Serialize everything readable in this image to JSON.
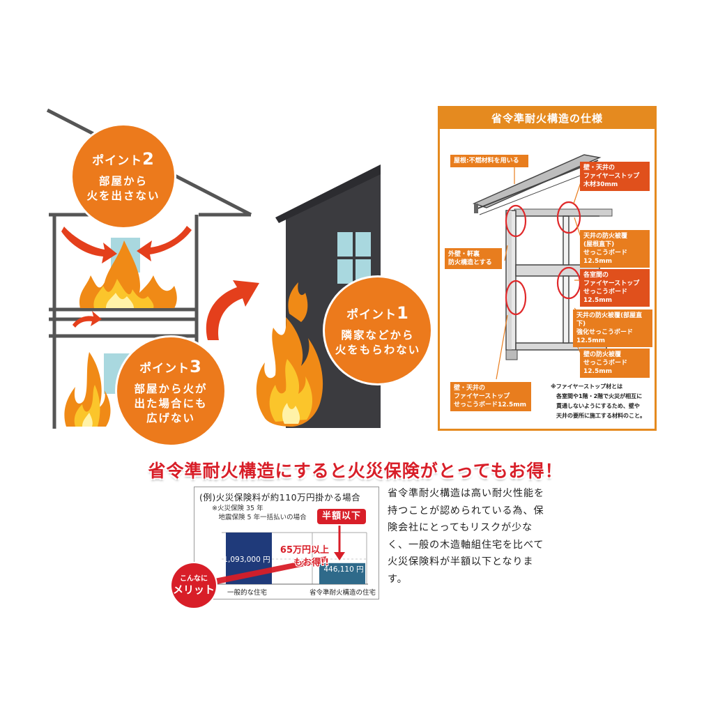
{
  "points": [
    {
      "prefix": "ポイント",
      "num": "2",
      "desc": "部屋から\n火を出さない"
    },
    {
      "prefix": "ポイント",
      "num": "1",
      "desc": "隣家などから\n火をもらわない"
    },
    {
      "prefix": "ポイント",
      "num": "3",
      "desc": "部屋から火が\n出た場合にも\n広げない"
    }
  ],
  "spec": {
    "title": "省令準耐火構造の仕様",
    "labels": {
      "roof": "屋根:不燃材料を用いる",
      "wall_ceiling_stop": "壁・天井の\nファイヤーストップ\n木材30mm",
      "ceiling_cover_roof": "天井の防火被覆\n(屋根直下)\nせっこうボード12.5mm",
      "exterior": "外壁・軒裏\n防火構造とする",
      "floor_stop": "各室間の\nファイヤーストップ\nせっこうボード12.5mm",
      "ceiling_cover_floor": "天井の防火被覆(部屋直下)\n強化せっこうボード12.5mm",
      "wall_cover": "壁の防火被覆\nせっこうボード12.5mm",
      "wall_ceiling_board": "壁・天井の\nファイヤーストップ\nせっこうボード12.5mm"
    },
    "note": "※ファイヤーストップ材とは\n　各室間や1階・2階で火災が相互に\n　貫通しないようにするため、壁や\n　天井の要所に施工する材料のこと。"
  },
  "banner": "省令準耐火構造にすると火災保険がとってもお得！",
  "insurance": {
    "title": "(例)火災保険料が約110万円掛かる場合",
    "note": "※火災保険 35 年\n　地震保険 5 年一括払いの場合",
    "half_badge": "半額以下",
    "savings": "65万円以上\nもお得!!",
    "merit_small": "こんなに",
    "merit_big": "メリット",
    "chart_data": {
      "type": "bar",
      "categories": [
        "一般的な住宅",
        "省令準耐火構造の住宅"
      ],
      "values": [
        1093000,
        446110
      ],
      "value_labels": [
        "1,093,000 円",
        "446,110 円"
      ],
      "colors": [
        "#1f3a7a",
        "#2f6a8a"
      ]
    }
  },
  "body_text": "省令準耐火構造は高い耐火性能を持つことが認められている為、保険会社にとってもリスクが少なく、一般の木造軸組住宅を比べて火災保険料が半額以下となります。"
}
